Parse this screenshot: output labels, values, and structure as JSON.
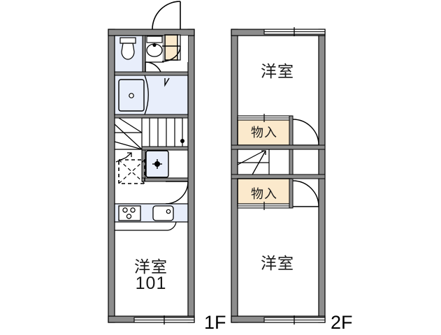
{
  "document": {
    "type": "floor-plan",
    "description": "Japanese apartment floor plan, 1F and 2F maisonette"
  },
  "floors": {
    "first": {
      "tag": "1F",
      "rooms": [
        {
          "id": "western-room-101",
          "label": "洋室",
          "number": "101"
        }
      ],
      "fixtures": [
        {
          "id": "toilet",
          "name": "toilet-fixture"
        },
        {
          "id": "washbasin",
          "name": "washbasin-fixture"
        },
        {
          "id": "bathtub",
          "name": "bathtub-fixture"
        },
        {
          "id": "washer",
          "name": "washing-machine-space"
        },
        {
          "id": "stove",
          "name": "gas-stove-three-burner"
        },
        {
          "id": "sink",
          "name": "kitchen-sink"
        },
        {
          "id": "shoebox",
          "name": "entrance-shoe-cabinet"
        },
        {
          "id": "stairs",
          "name": "staircase-up"
        },
        {
          "id": "entrance",
          "name": "entrance-door"
        }
      ]
    },
    "second": {
      "tag": "2F",
      "rooms": [
        {
          "id": "western-room-upper",
          "label": "洋室"
        },
        {
          "id": "western-room-lower",
          "label": "洋室"
        }
      ],
      "closets": [
        {
          "id": "closet-upper",
          "label": "物入"
        },
        {
          "id": "closet-lower",
          "label": "物入"
        }
      ],
      "fixtures": [
        {
          "id": "stairs-down",
          "name": "staircase-down"
        }
      ]
    }
  },
  "colors": {
    "wall": "#8d8d8d",
    "wall_line": "#000000",
    "water_fill": "#e8eefb",
    "closet_fill": "#fbe9cc",
    "background": "#ffffff",
    "text": "#1a1a1a"
  }
}
